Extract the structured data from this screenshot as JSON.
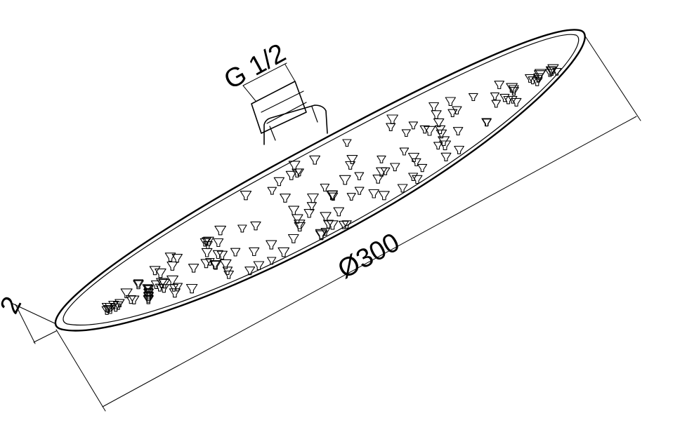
{
  "labels": {
    "thread": "G 1/2",
    "diameter": "Ø300",
    "thickness": "2"
  },
  "colors": {
    "line": "#000000",
    "background": "#ffffff"
  },
  "nozzle_count": 160
}
